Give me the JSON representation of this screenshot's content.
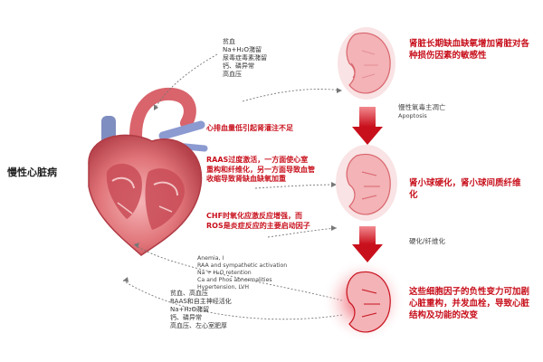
{
  "title": "慢性心脏病",
  "heart_causes_top": [
    "贫血",
    "Na+H₂O潴留",
    "尿毒症毒素潴留",
    "钙、磷异常",
    "高血压"
  ],
  "middle_causes": [
    "心排血量低引起肾灌注不足",
    "RAAS过度激活，一方面使心室重构和纤维化，另一方面导致血管收缩导致肾缺血缺氧加重",
    "CHF时氧化应激反应增强，而ROS是炎症反应的主要启动因子"
  ],
  "english_causes": [
    "Anemia, I",
    "RAA and sympathetic activation",
    "Na + H₂O retention",
    "Ca and Phos abnormalities",
    "Hypertension, LVH"
  ],
  "heart_causes_bottom": [
    "贫血、高血压",
    "RAAS和自主神经活化",
    "Na+H₂O潴留",
    "钙、磷异常",
    "高血压、左心室肥厚"
  ],
  "kidney_stages": [
    {
      "annotation": "肾脏长期缺血缺氧增加肾脏对各种损伤因素的敏感性",
      "sublabel_cn": "慢性氧毒主凋亡",
      "sublabel_en": "Apoptosis"
    },
    {
      "annotation": "肾小球硬化，肾小球间质纤维化",
      "sublabel_cn": "硬化/纤维化"
    },
    {
      "annotation": "这些细胞因子的负性变力可加剧心脏重构，并发血栓，导致心脏结构及功能的改变",
      "sublabel_cn": ""
    }
  ]
}
